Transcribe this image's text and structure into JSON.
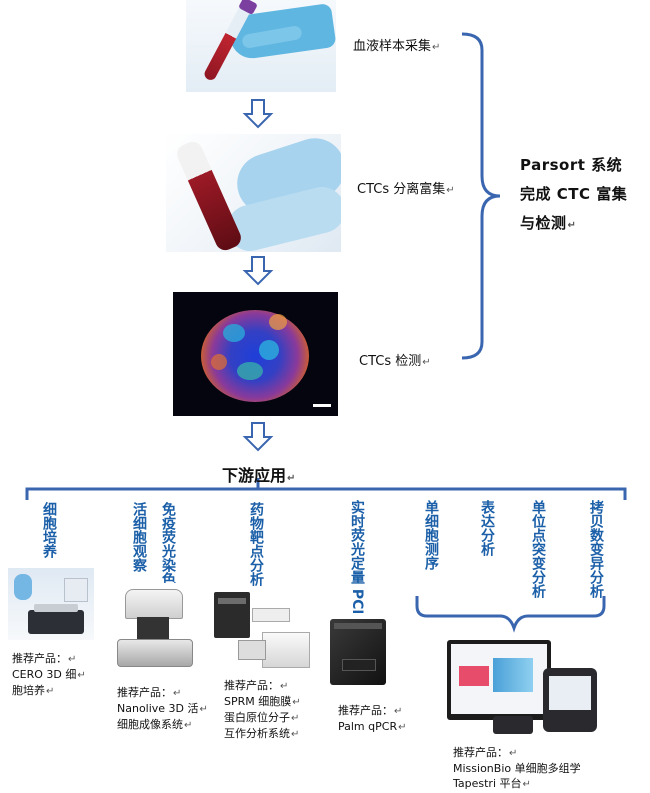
{
  "pipeline": {
    "step1": "血液样本采集",
    "step2": "CTCs 分离富集",
    "step3": "CTCs 检测"
  },
  "summary": {
    "line1": "Parsort 系统",
    "line2": "完成 CTC 富集",
    "line3": "与检测"
  },
  "downstream_title": "下游应用",
  "applications": {
    "cell_culture": "细胞培养",
    "live_cell": "活细胞观察",
    "immunofluorescence": "免疫荧光染色",
    "drug_target": "药物靶点分析",
    "qpcr": "实时荧光定量 PCR",
    "single_cell_seq": "单细胞测序",
    "expression": "表达分析",
    "snv": "单位点突变分析",
    "cnv": "拷贝数变异分析"
  },
  "products": {
    "p1": {
      "label": "推荐产品：",
      "l2": "CERO 3D 细",
      "l3": "胞培养"
    },
    "p2": {
      "label": "推荐产品：",
      "l2": "Nanolive 3D 活",
      "l3": "细胞成像系统"
    },
    "p3": {
      "label": "推荐产品：",
      "l2": "SPRM 细胞膜",
      "l3": "蛋白原位分子",
      "l4": "互作分析系统"
    },
    "p4": {
      "label": "推荐产品：",
      "l2": "Palm qPCR"
    },
    "p5": {
      "label": "推荐产品：",
      "l2": "MissionBio 单细胞多组学",
      "l3": "Tapestri 平台"
    }
  },
  "colors": {
    "accent": "#3a66b0",
    "app_text": "#1a5fa8"
  }
}
